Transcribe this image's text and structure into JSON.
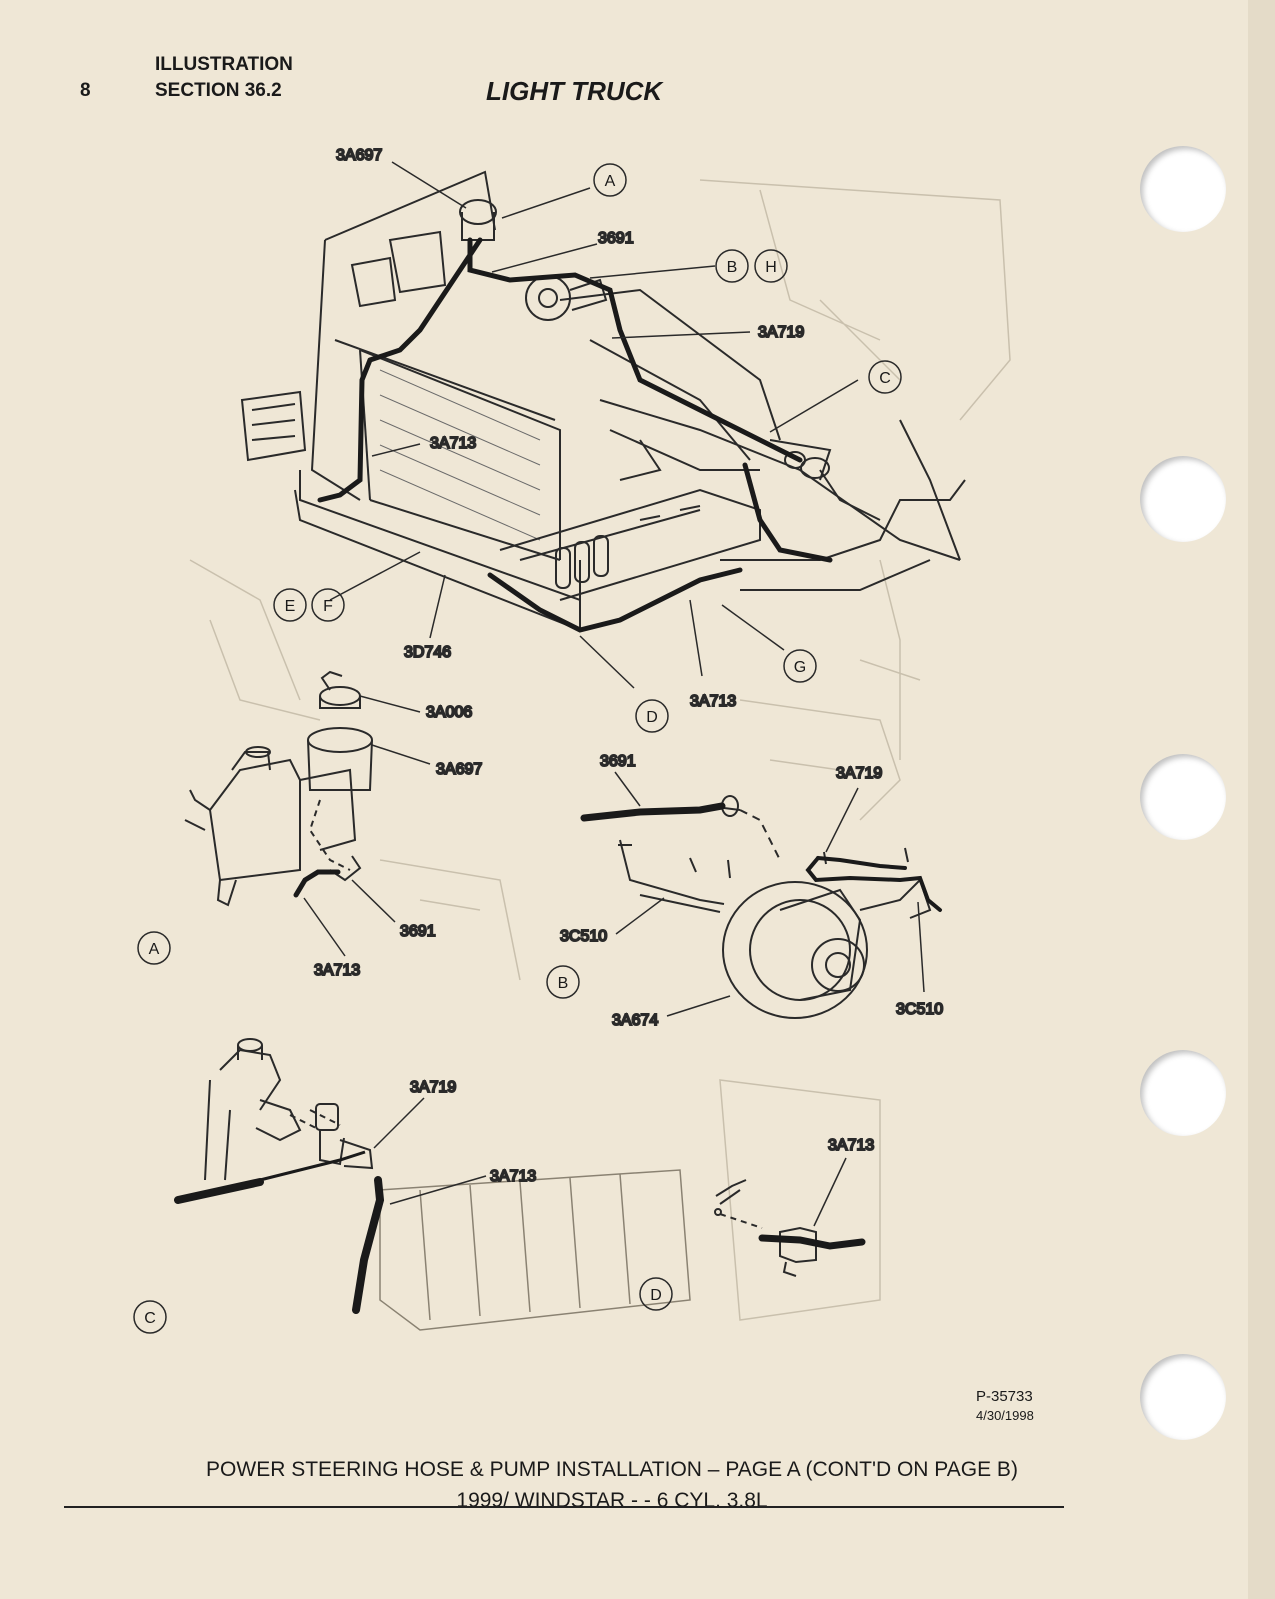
{
  "header": {
    "page_number": "8",
    "illustration": "ILLUSTRATION",
    "section": "SECTION 36.2",
    "title": "LIGHT TRUCK"
  },
  "main_labels": {
    "l_3A697": "3A697",
    "l_3691": "3691",
    "l_3A719": "3A719",
    "l_3A713_left": "3A713",
    "l_3D746": "3D746",
    "l_3A713_bottom": "3A713"
  },
  "callouts": {
    "A": "A",
    "B": "B",
    "H": "H",
    "C": "C",
    "E": "E",
    "F": "F",
    "G": "G",
    "D": "D"
  },
  "detail_a": {
    "l_3A006": "3A006",
    "l_3A697": "3A697",
    "l_3691": "3691",
    "l_3A713": "3A713",
    "letter": "A"
  },
  "detail_b": {
    "l_3691": "3691",
    "l_3A719": "3A719",
    "l_3C510_left": "3C510",
    "l_3C510_right": "3C510",
    "l_3A674": "3A674",
    "letter": "B"
  },
  "detail_c": {
    "l_3A719": "3A719",
    "l_3A713": "3A713",
    "letter": "C"
  },
  "detail_d": {
    "l_3A713": "3A713",
    "letter": "D"
  },
  "reference": {
    "code": "P-35733",
    "date": "4/30/1998"
  },
  "caption": {
    "line1": "POWER STEERING HOSE & PUMP INSTALLATION – PAGE A (CONT'D ON PAGE B)",
    "line2": "1999/ WINDSTAR - - 6 CYL. 3.8L"
  }
}
